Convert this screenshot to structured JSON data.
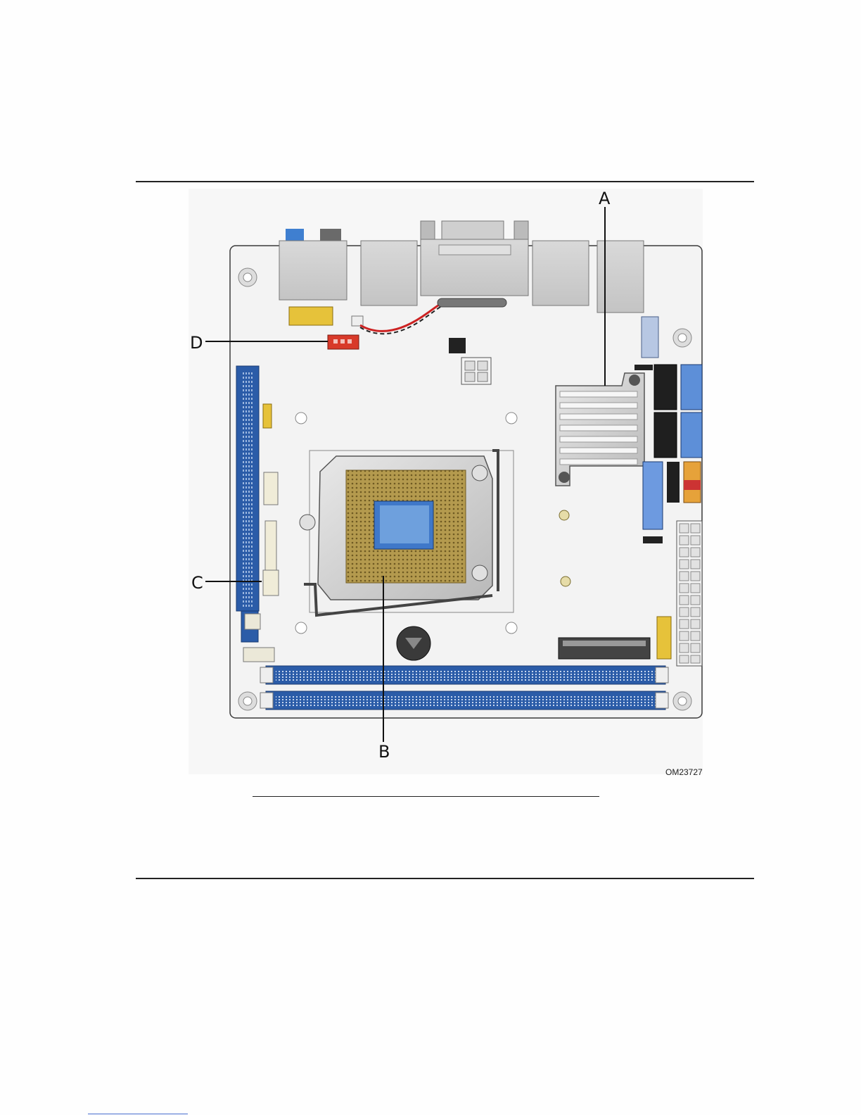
{
  "figure": {
    "callouts": {
      "a": "A",
      "b": "B",
      "c": "C",
      "d": "D"
    },
    "figure_id": "OM23727"
  },
  "colors": {
    "board": "#f4f4f4",
    "slot_blue": "#2b5ca8",
    "header_yellow": "#e6c23a",
    "fan_red": "#d83a2a",
    "heatsink": "#d6d6d6"
  }
}
